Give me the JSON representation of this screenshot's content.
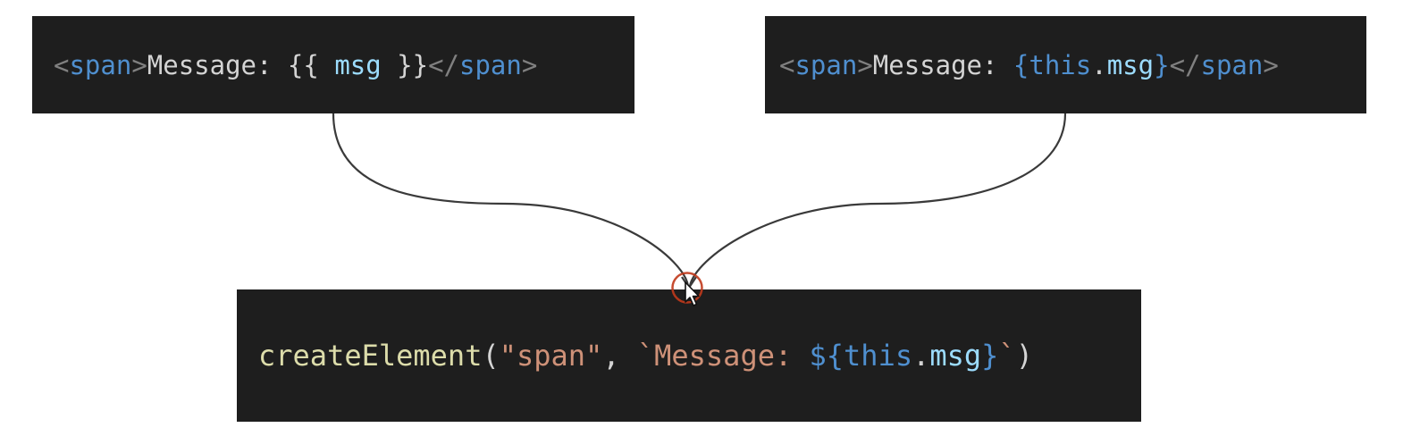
{
  "vue_template": {
    "open_lt": "<",
    "open_tag": "span",
    "open_gt": ">",
    "text": "Message: ",
    "mustache_open": "{{ ",
    "var": "msg",
    "mustache_close": " }}",
    "close_lt": "</",
    "close_tag": "span",
    "close_gt": ">"
  },
  "jsx_template": {
    "open_lt": "<",
    "open_tag": "span",
    "open_gt": ">",
    "text": "Message: ",
    "brace_open": "{",
    "kw_this": "this",
    "dot": ".",
    "var": "msg",
    "brace_close": "}",
    "close_lt": "</",
    "close_tag": "span",
    "close_gt": ">"
  },
  "create_element": {
    "fn": "createElement",
    "paren_open": "(",
    "arg1": "\"span\"",
    "comma": ", ",
    "tpl_start": "`Message: ",
    "interp_open": "${",
    "kw_this": "this",
    "dot": ".",
    "var": "msg",
    "interp_close": "}",
    "tpl_end": "`",
    "paren_close": ")"
  },
  "colors": {
    "code_bg": "#1e1e1e",
    "connector": "#3a3a3a",
    "cursor_ring": "#c0391b"
  },
  "icons": [
    "arrow-cursor-icon",
    "click-highlight-icon"
  ]
}
